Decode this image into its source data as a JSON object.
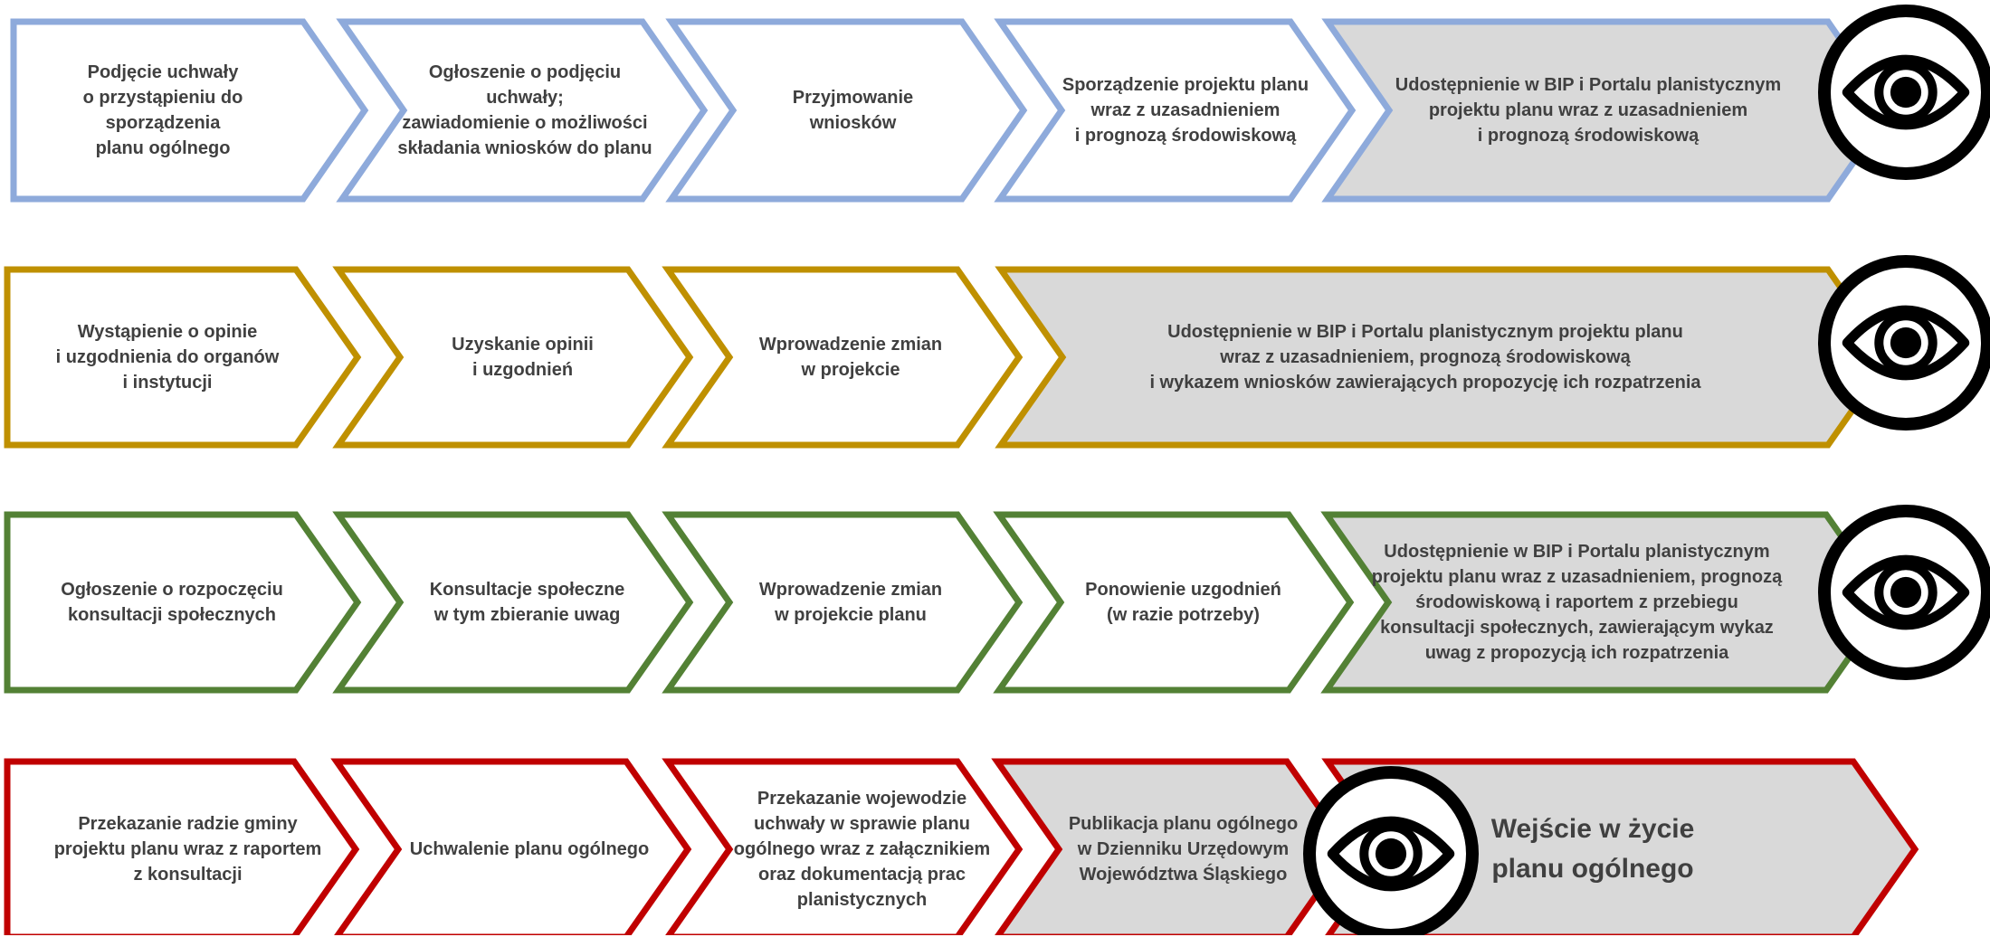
{
  "colors": {
    "row1": "#8eaadb",
    "row2": "#bf9000",
    "row3": "#538135",
    "row4": "#c00000",
    "fill_plain": "#ffffff",
    "fill_highlight": "#d9d9d9",
    "text": "#404040",
    "eye": "#000000"
  },
  "rows": [
    {
      "color_key": "row1",
      "steps": [
        {
          "label": "Podjęcie uchwały\no przystąpieniu do sporządzenia\nplanu ogólnego",
          "highlight": false
        },
        {
          "label": "Ogłoszenie o podjęciu\nuchwały;\nzawiadomienie o możliwości\nskładania wniosków do planu",
          "highlight": false
        },
        {
          "label": "Przyjmowanie\nwniosków",
          "highlight": false
        },
        {
          "label": "Sporządzenie projektu planu\nwraz z uzasadnieniem\ni prognozą środowiskową",
          "highlight": false
        },
        {
          "label": "Udostępnienie w BIP i Portalu planistycznym\nprojektu planu wraz z uzasadnieniem\ni prognozą środowiskową",
          "highlight": true,
          "icon": "eye-icon"
        }
      ]
    },
    {
      "color_key": "row2",
      "steps": [
        {
          "label": "Wystąpienie o opinie\ni uzgodnienia do organów\ni instytucji",
          "highlight": false
        },
        {
          "label": "Uzyskanie opinii\ni uzgodnień",
          "highlight": false
        },
        {
          "label": "Wprowadzenie zmian\nw projekcie",
          "highlight": false
        },
        {
          "label": "Udostępnienie w BIP i Portalu planistycznym projektu planu\nwraz z uzasadnieniem, prognozą środowiskową\ni wykazem wniosków zawierających propozycję ich rozpatrzenia",
          "highlight": true,
          "icon": "eye-icon"
        }
      ]
    },
    {
      "color_key": "row3",
      "steps": [
        {
          "label": "Ogłoszenie o rozpoczęciu\nkonsultacji społecznych",
          "highlight": false
        },
        {
          "label": "Konsultacje społeczne\nw tym zbieranie uwag",
          "highlight": false
        },
        {
          "label": "Wprowadzenie zmian\nw projekcie planu",
          "highlight": false
        },
        {
          "label": "Ponowienie uzgodnień\n(w razie potrzeby)",
          "highlight": false
        },
        {
          "label": "Udostępnienie w BIP i Portalu planistycznym\nprojektu planu wraz z uzasadnieniem, prognozą\nśrodowiskową i raportem z przebiegu\nkonsultacji społecznych, zawierającym wykaz\nuwag z propozycją ich rozpatrzenia",
          "highlight": true,
          "icon": "eye-icon"
        }
      ]
    },
    {
      "color_key": "row4",
      "steps": [
        {
          "label": "Przekazanie radzie gminy\nprojektu planu wraz z raportem\nz konsultacji",
          "highlight": false
        },
        {
          "label": "Uchwalenie planu ogólnego",
          "highlight": false
        },
        {
          "label": "Przekazanie wojewodzie\nuchwały w sprawie planu\nogólnego wraz z załącznikiem\noraz dokumentacją prac\nplanistycznych",
          "highlight": false
        },
        {
          "label": "Publikacja planu ogólnego\nw Dzienniku Urzędowym\nWojewództwa Śląskiego",
          "highlight": true
        },
        {
          "label": "Wejście w  życie\nplanu ogólnego",
          "highlight": true,
          "icon": "eye-icon",
          "big": true
        }
      ]
    }
  ]
}
